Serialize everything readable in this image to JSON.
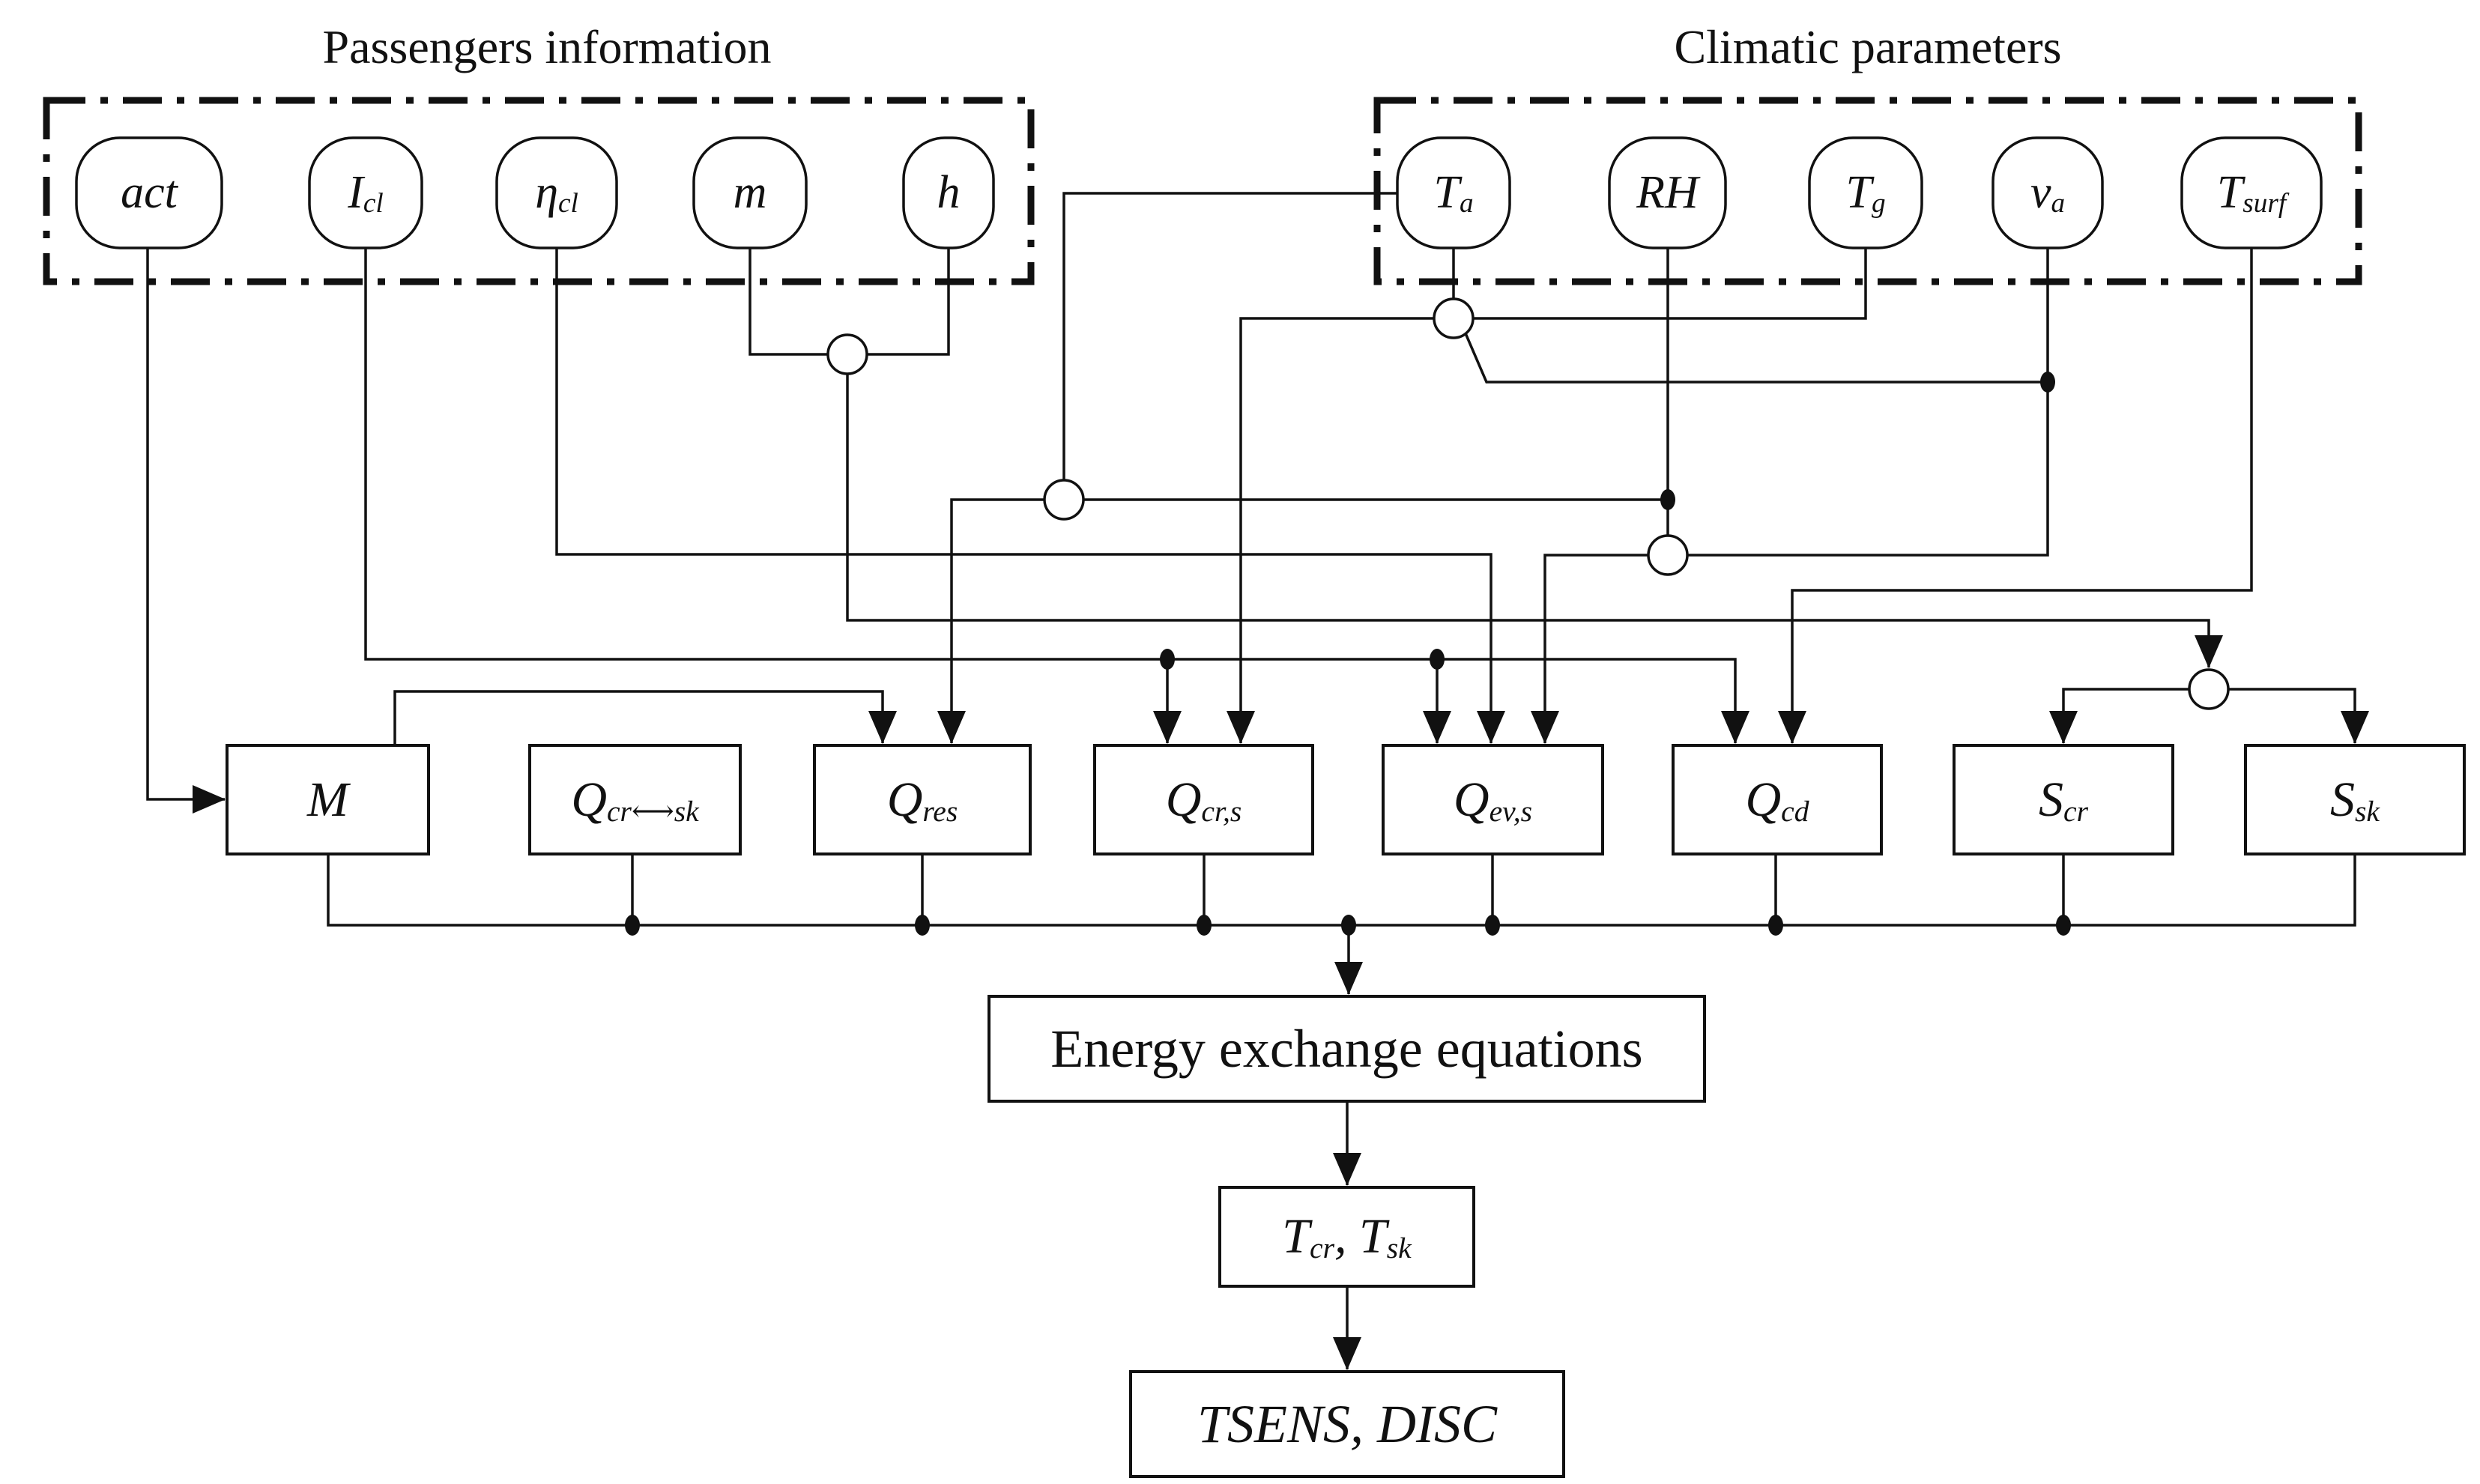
{
  "diagram": {
    "titles": {
      "passengers": "Passengers information",
      "climatic": "Climatic parameters"
    },
    "nodes": {
      "act": {
        "parts": [
          {
            "t": "act"
          }
        ]
      },
      "Icl": {
        "parts": [
          {
            "t": "I"
          },
          {
            "s": "cl"
          }
        ]
      },
      "etacl": {
        "parts": [
          {
            "t": "η"
          },
          {
            "s": "cl"
          }
        ]
      },
      "m": {
        "parts": [
          {
            "t": "m"
          }
        ]
      },
      "h": {
        "parts": [
          {
            "t": "h"
          }
        ]
      },
      "Ta": {
        "parts": [
          {
            "t": "T"
          },
          {
            "s": "a"
          }
        ]
      },
      "RH": {
        "parts": [
          {
            "t": "RH"
          }
        ]
      },
      "Tg": {
        "parts": [
          {
            "t": "T"
          },
          {
            "s": "g"
          }
        ]
      },
      "va": {
        "parts": [
          {
            "t": "v"
          },
          {
            "s": "a"
          }
        ]
      },
      "Tsurf": {
        "parts": [
          {
            "t": "T"
          },
          {
            "s": "surf"
          }
        ]
      },
      "M": {
        "parts": [
          {
            "t": "M"
          }
        ]
      },
      "Qcrsk": {
        "parts": [
          {
            "t": "Q"
          },
          {
            "s": "cr⟷sk"
          }
        ]
      },
      "Qres": {
        "parts": [
          {
            "t": "Q"
          },
          {
            "s": "res"
          }
        ]
      },
      "Qcrs": {
        "parts": [
          {
            "t": "Q"
          },
          {
            "s": "cr,s"
          }
        ]
      },
      "Qevs": {
        "parts": [
          {
            "t": "Q"
          },
          {
            "s": "ev,s"
          }
        ]
      },
      "Qcd": {
        "parts": [
          {
            "t": "Q"
          },
          {
            "s": "cd"
          }
        ]
      },
      "Scr": {
        "parts": [
          {
            "t": "S"
          },
          {
            "s": "cr"
          }
        ]
      },
      "Ssk": {
        "parts": [
          {
            "t": "S"
          },
          {
            "s": "sk"
          }
        ]
      },
      "energy": {
        "parts": [
          {
            "t": "Energy exchange equations"
          }
        ]
      },
      "TcrTsk": {
        "parts": [
          {
            "t": "T"
          },
          {
            "s": "cr"
          },
          {
            "t": ", T"
          },
          {
            "s": "sk"
          }
        ]
      },
      "tsens": {
        "parts": [
          {
            "t": "TSENS, DISC"
          }
        ]
      }
    },
    "edges": [
      {
        "from": [
          "act"
        ],
        "to": "M"
      },
      {
        "from": [
          "M"
        ],
        "to": "Qres"
      },
      {
        "from": [
          "Ta",
          "RH"
        ],
        "to": "Qres"
      },
      {
        "from": [
          "Icl"
        ],
        "to": "Qcrs"
      },
      {
        "from": [
          "Ta",
          "Tg"
        ],
        "to": "Qcrs"
      },
      {
        "from": [
          "Icl"
        ],
        "to": "Qevs"
      },
      {
        "from": [
          "etacl"
        ],
        "to": "Qevs"
      },
      {
        "from": [
          "Ta",
          "Tg",
          "RH",
          "va"
        ],
        "to": "Qevs"
      },
      {
        "from": [
          "Icl"
        ],
        "to": "Qcd"
      },
      {
        "from": [
          "Tsurf"
        ],
        "to": "Qcd"
      },
      {
        "from": [
          "m",
          "h"
        ],
        "to": "Scr"
      },
      {
        "from": [
          "m",
          "h"
        ],
        "to": "Ssk"
      },
      {
        "from": [
          "M",
          "Qcrsk",
          "Qres",
          "Qcrs",
          "Qevs",
          "Qcd",
          "Scr",
          "Ssk"
        ],
        "to": "energy"
      },
      {
        "from": [
          "energy"
        ],
        "to": "TcrTsk"
      },
      {
        "from": [
          "TcrTsk"
        ],
        "to": "tsens"
      }
    ],
    "colors": {
      "ink": "#111111",
      "background": "#ffffff"
    }
  }
}
